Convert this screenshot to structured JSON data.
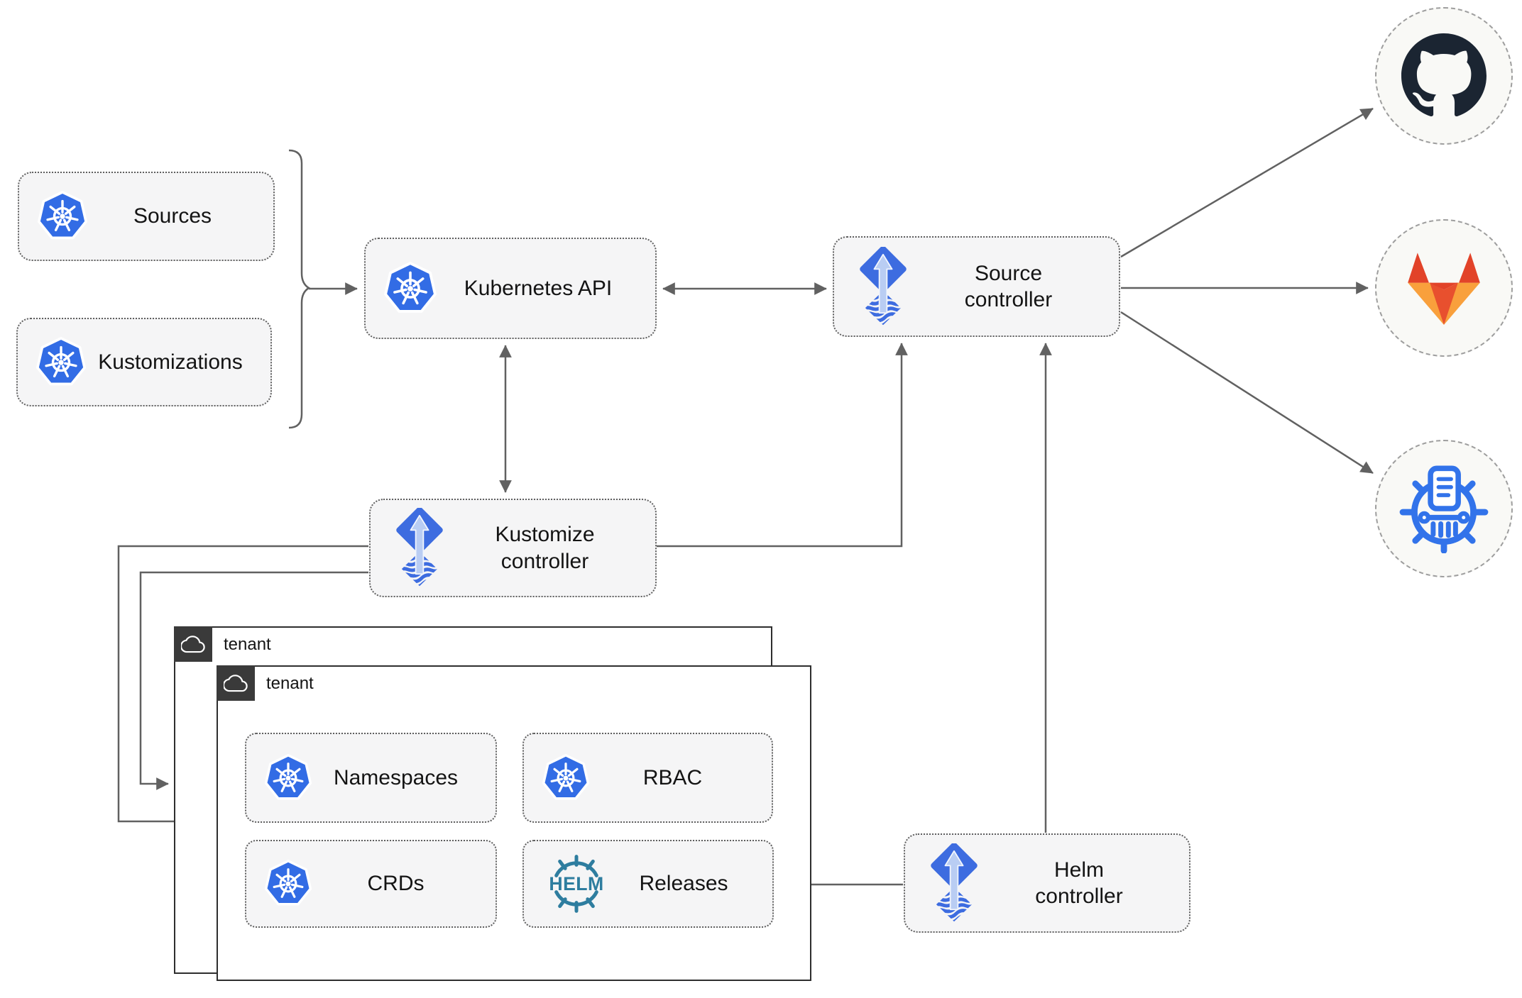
{
  "nodes": {
    "sources": {
      "label": "Sources",
      "icon": "kubernetes-icon"
    },
    "kustomizations": {
      "label": "Kustomizations",
      "icon": "kubernetes-icon"
    },
    "kubernetes_api": {
      "label": "Kubernetes API",
      "icon": "kubernetes-icon"
    },
    "source_controller": {
      "label": "Source controller",
      "icon": "flux-icon"
    },
    "kustomize_controller": {
      "label": "Kustomize controller",
      "icon": "flux-icon"
    },
    "helm_controller": {
      "label": "Helm controller",
      "icon": "flux-icon"
    },
    "namespaces": {
      "label": "Namespaces",
      "icon": "kubernetes-icon"
    },
    "rbac": {
      "label": "RBAC",
      "icon": "kubernetes-icon"
    },
    "crds": {
      "label": "CRDs",
      "icon": "kubernetes-icon"
    },
    "releases": {
      "label": "Releases",
      "icon": "helm-icon"
    }
  },
  "groups": {
    "tenant_back": {
      "label": "tenant",
      "icon": "cloud-icon"
    },
    "tenant_front": {
      "label": "tenant",
      "icon": "cloud-icon"
    }
  },
  "endpoints": {
    "github": {
      "icon": "github-octocat-icon"
    },
    "gitlab": {
      "icon": "gitlab-tanuki-icon"
    },
    "chartmuseum": {
      "icon": "chartmuseum-helm-column-icon"
    }
  },
  "icons": {
    "helm_wordmark": "HELM"
  },
  "colors": {
    "kubernetes_blue": "#326ce5",
    "flux_blue": "#3d6ce0",
    "flux_light_arrow": "#b9cdf3",
    "helm_teal": "#2e7d9f",
    "github_dark": "#1b2532",
    "gitlab_red": "#e24329",
    "gitlab_orange": "#f9a03c",
    "chartmuseum_blue": "#3273ea",
    "connector_gray": "#616161",
    "node_fill": "#f5f5f6"
  }
}
